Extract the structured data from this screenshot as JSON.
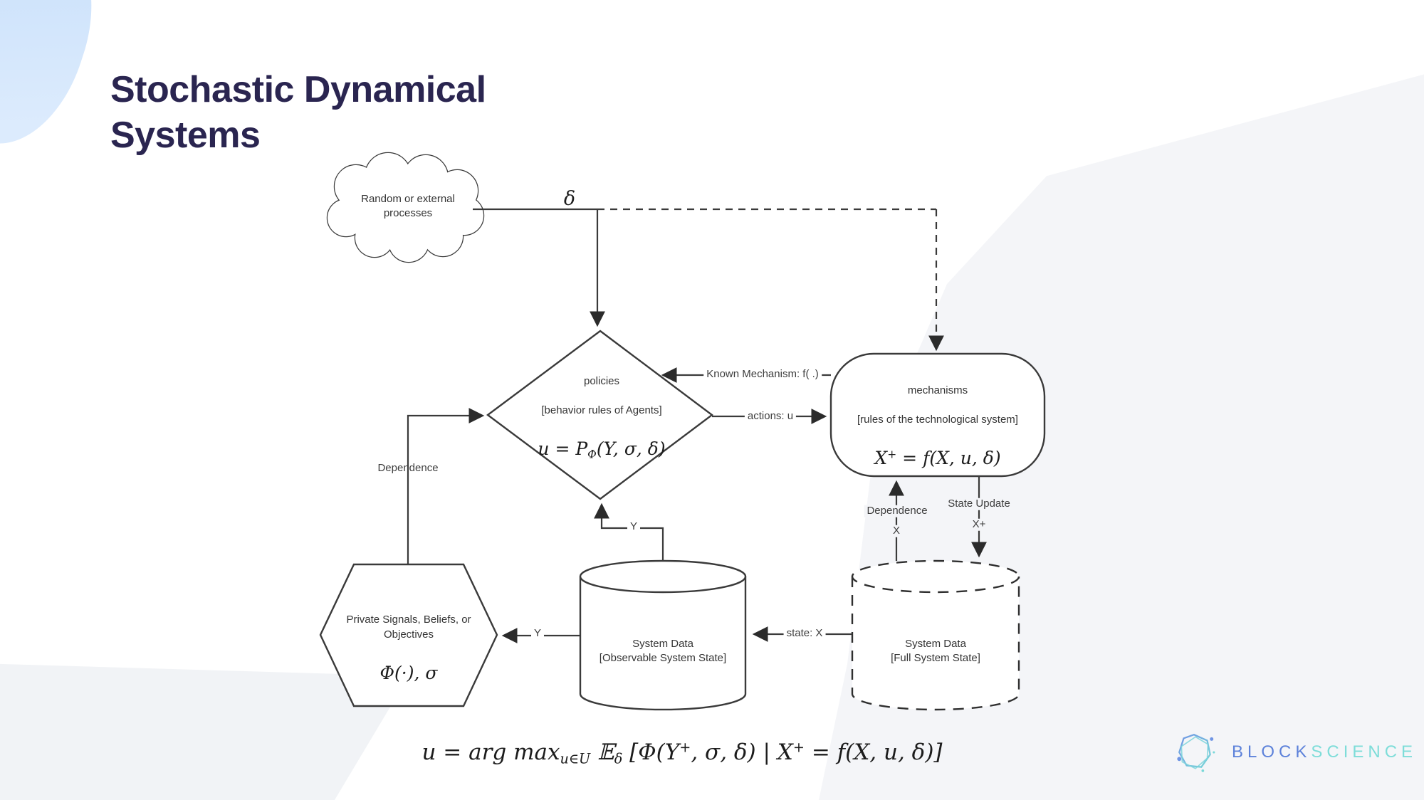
{
  "title": {
    "line1": "Stochastic Dynamical",
    "line2": "Systems"
  },
  "diagram": {
    "cloud": {
      "label": "Random or external\nprocesses"
    },
    "delta_label": "δ",
    "policies": {
      "name": "policies",
      "subtitle": "[behavior rules of Agents]",
      "formula": {
        "p1": "u = P",
        "sub": "Φ",
        "p2": "(Y, σ, δ)"
      }
    },
    "mechanisms": {
      "name": "mechanisms",
      "subtitle": "[rules of the technological system]",
      "formula": {
        "p1": "X",
        "sup1": "+",
        "p2": " = f(X, u, δ)"
      }
    },
    "private_signals": {
      "label": "Private Signals, Beliefs, or\nObjectives",
      "formula": "Φ(·), σ"
    },
    "observable_data": {
      "label": "System Data\n[Observable System State]"
    },
    "full_data": {
      "label": "System Data\n[Full System State]"
    },
    "edges": {
      "known_mechanism": "Known Mechanism: f( .)",
      "actions": "actions: u",
      "dependence_left": "Dependence",
      "dependence_right": "Dependence",
      "state_update": "State Update",
      "x_label": "X",
      "x_plus_label": "X+",
      "y_top": "Y",
      "y_left": "Y",
      "state_x": "state: X"
    }
  },
  "footer": {
    "formula": {
      "p1": "u = arg max",
      "sub1": "u∈U",
      "p2": " 𝔼",
      "sub2": "δ",
      "p3": " [Φ(Y",
      "sup1": "+",
      "p4": ", σ, δ) | X",
      "sup2": "+",
      "p5": " = f(X, u, δ)]"
    }
  },
  "logo": {
    "word1": "BLOCK",
    "word2": "SCIENCE"
  },
  "colors": {
    "title": "#2a2550",
    "line": "#3a3a3a",
    "bg_gray": "#f4f5f8",
    "bg_blue": "#cfe3fb",
    "logo_blue": "#5d82da",
    "logo_teal": "#7eddd9"
  }
}
